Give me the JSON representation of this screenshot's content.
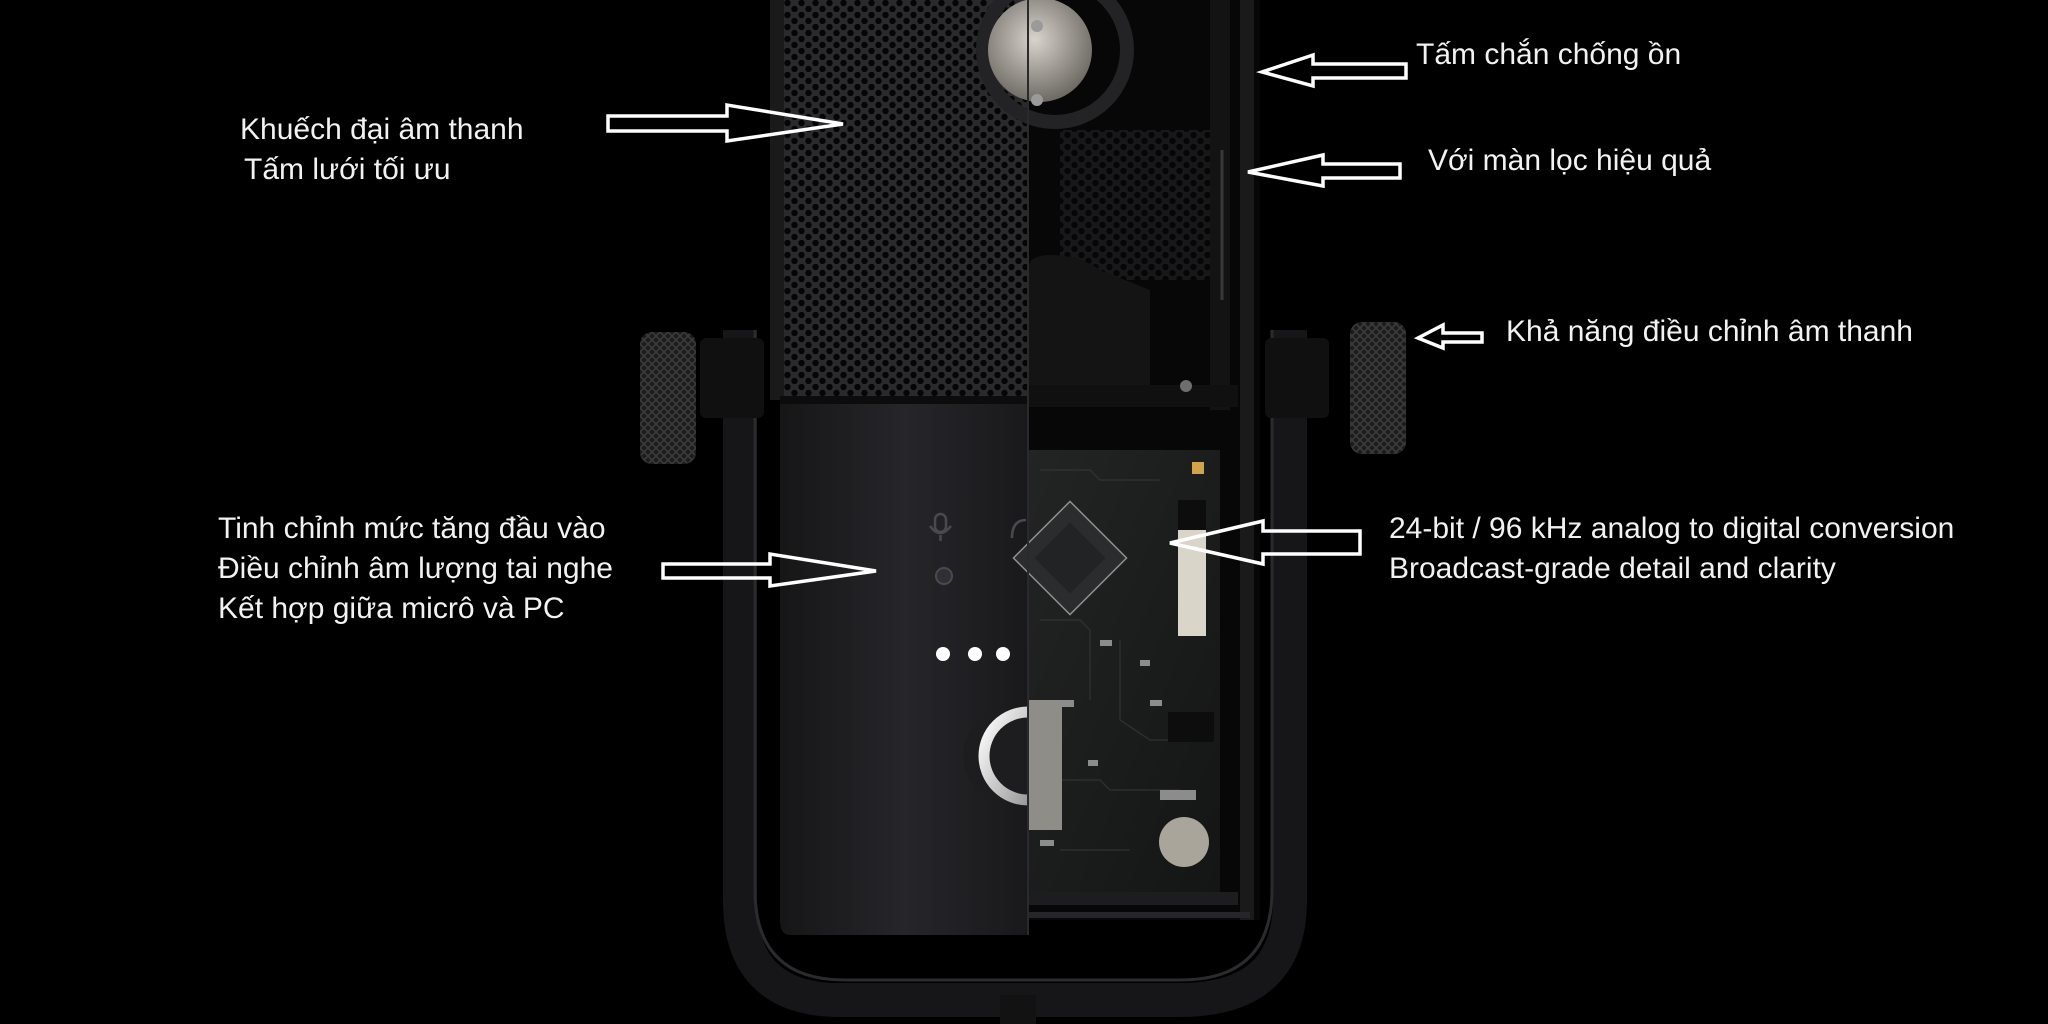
{
  "callouts": {
    "amplify": [
      "Khuếch đại âm thanh",
      "Tấm lưới tối ưu"
    ],
    "noise_shield": [
      "Tấm chắn chống ồn"
    ],
    "filter": [
      "Với màn lọc hiệu quả"
    ],
    "adjust": [
      "Khả năng điều chỉnh âm thanh"
    ],
    "gain": [
      "Tinh chỉnh mức tăng đầu vào",
      "Điều chỉnh âm lượng tai nghe",
      "Kết hợp giữa micrô và PC"
    ],
    "conversion": [
      "24-bit / 96 kHz analog to digital conversion",
      "Broadcast-grade detail and clarity"
    ]
  },
  "colors": {
    "background": "#000000",
    "text": "#f2f2f2",
    "arrow_stroke": "#ffffff",
    "mic_body": "#1e1e20",
    "grille": "#151516",
    "pcb": "#1b1c1c",
    "led": "#ffffff"
  },
  "icons": {
    "mic_indicator": "microphone-icon",
    "headphone_indicator": "headphone-icon"
  }
}
